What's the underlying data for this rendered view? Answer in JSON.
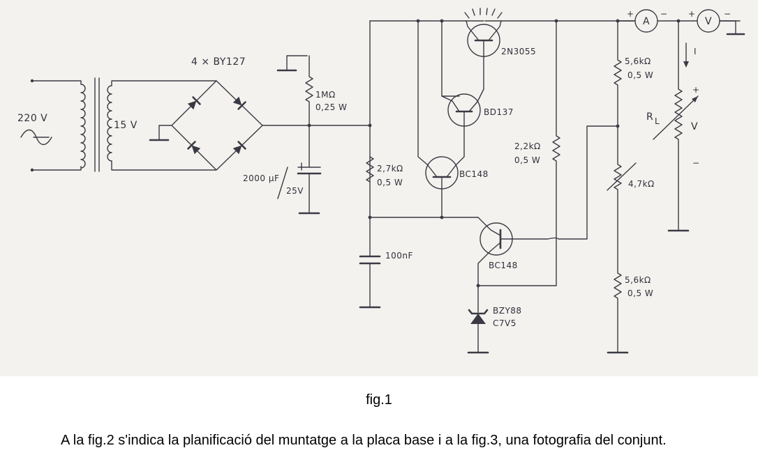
{
  "schematic": {
    "mains_label": "220 V",
    "secondary_label": "15 V",
    "bridge_label": "4 × BY127",
    "r_1m": {
      "value": "1MΩ",
      "power": "0,25 W"
    },
    "cap_2000": {
      "value": "2000 µF",
      "voltage": "25V"
    },
    "r_2k7": {
      "value": "2,7kΩ",
      "power": "0,5 W"
    },
    "cap_100n": {
      "value": "100nF"
    },
    "t_2n3055": "2N3055",
    "t_bd137": "BD137",
    "t_bc148_a": "BC148",
    "t_bc148_b": "BC148",
    "r_2k2": {
      "value": "2,2kΩ",
      "power": "0,5 W"
    },
    "zener": {
      "part": "BZY88",
      "code": "C7V5"
    },
    "r_5k6_top": {
      "value": "5,6kΩ",
      "power": "0,5 W"
    },
    "pot_4k7": "4,7kΩ",
    "r_5k6_bottom": {
      "value": "5,6kΩ",
      "power": "0,5 W"
    },
    "ammeter": {
      "symbol": "A",
      "plus": "+",
      "minus": "−"
    },
    "voltmeter": {
      "symbol": "V",
      "plus": "+",
      "minus": "−"
    },
    "current_label": "I",
    "load": {
      "name": "R",
      "subscript": "L",
      "plus": "+",
      "voltage": "V",
      "minus": "−"
    }
  },
  "caption": "fig.1",
  "paragraph": "A la fig.2 s'indica la planificació del muntatge a la placa base i a la fig.3, una fotografia del conjunt."
}
